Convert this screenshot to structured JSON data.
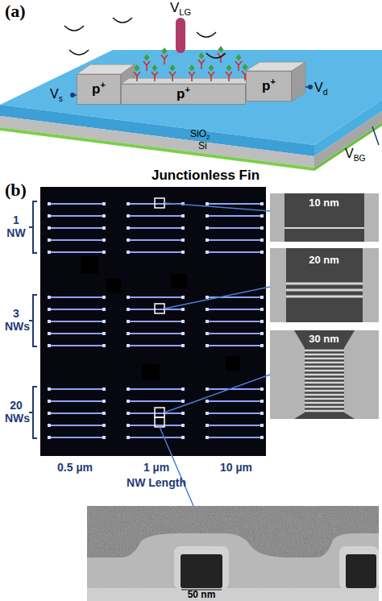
{
  "diagram": {
    "nodes": [
      {
        "text": [
          "p+"
        ]
      },
      {
        "text": [
          "p+"
        ]
      },
      {
        "text": [
          "p+"
        ]
      },
      {
        "text": [
          "10 nm"
        ]
      },
      {
        "text": [
          "20 nm"
        ]
      },
      {
        "text": [
          "30 nm"
        ]
      },
      {
        "text": [
          "50 nm"
        ]
      }
    ],
    "labels": [
      "(a)",
      "VLG",
      "Vs",
      "Vd",
      "SiO2",
      "Si",
      "VBG",
      "Junctionless Fin",
      "(b)",
      "1 NW",
      "3 NWs",
      "20 NWs",
      "0.5 µm",
      "1 µm",
      "10 µm",
      "NW Length"
    ]
  }
}
